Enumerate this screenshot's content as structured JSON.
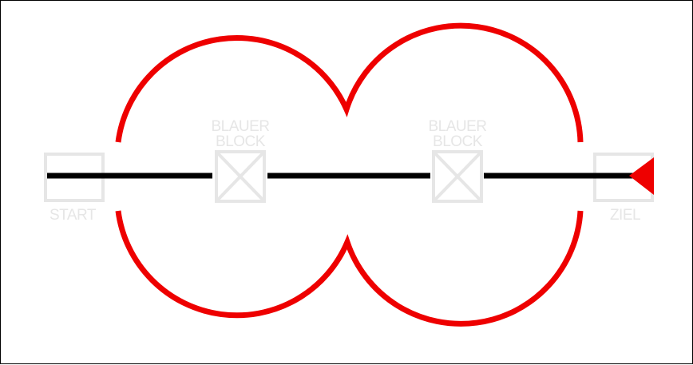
{
  "diagram": {
    "start_label": "START",
    "goal_label": "ZIEL",
    "blocks": [
      {
        "line1": "BLAUER",
        "line2": "BLOCK"
      },
      {
        "line1": "BLAUER",
        "line2": "BLOCK"
      }
    ]
  },
  "colors": {
    "path": "#ee0000",
    "track": "#000000",
    "boxes": "#e6e6e6",
    "background": "#ffffff"
  }
}
